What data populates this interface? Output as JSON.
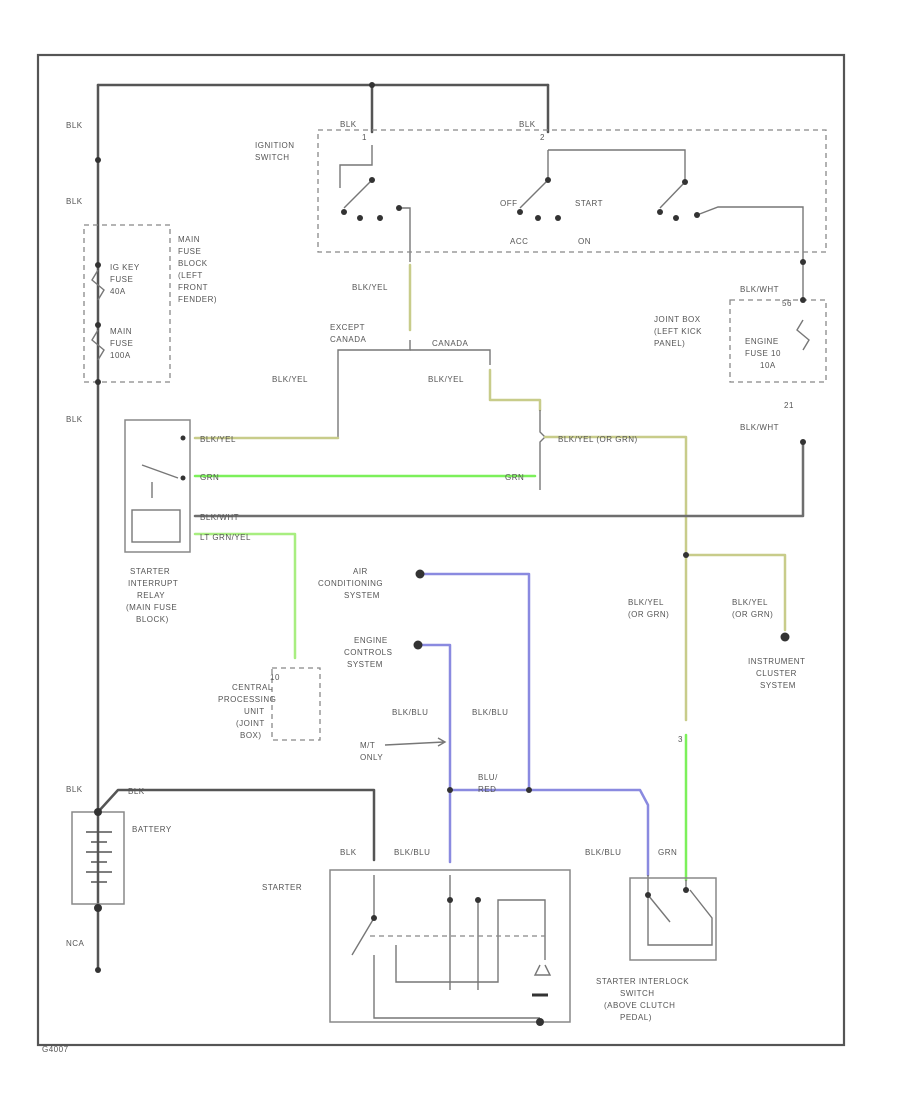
{
  "colors": {
    "blk": "#555555",
    "blk_wht": "#6e6e6e",
    "blk_yel": "#c8cc8a",
    "grn": "#7cf05a",
    "lt_grn": "#a8ee80",
    "blu": "#8a8ae0",
    "frame": "#555555"
  },
  "wires": {
    "blk_top_left": "BLK",
    "blk_fuse_top": "BLK",
    "blk_mid_left": "BLK",
    "blk_sw1": "BLK",
    "blk_sw2": "BLK",
    "blk_batt_left": "BLK",
    "blk_batt_top": "BLK",
    "blk_starter": "BLK",
    "nca": "NCA",
    "blk_yel_vert": "BLK/YEL",
    "blk_yel_except": "BLK/YEL",
    "blk_yel_canada": "BLK/YEL",
    "blk_yel_relay": "BLK/YEL",
    "blk_yel_or_grn_h": "BLK/YEL (OR GRN)",
    "blk_yel_or_grn_1a": "BLK/YEL",
    "blk_yel_or_grn_1b": "(OR GRN)",
    "blk_yel_or_grn_2a": "BLK/YEL",
    "blk_yel_or_grn_2b": "(OR GRN)",
    "grn_left": "GRN",
    "grn_right": "GRN",
    "grn_interlock": "GRN",
    "blk_wht_relay": "BLK/WHT",
    "blk_wht_top": "BLK/WHT",
    "blk_wht_bottom": "BLK/WHT",
    "lt_grn_yel": "LT GRN/YEL",
    "blk_blu_engine": "BLK/BLU",
    "blk_blu_ac": "BLK/BLU",
    "blk_blu_starter": "BLK/BLU",
    "blk_blu_interlock": "BLK/BLU",
    "blu_red_a": "BLU/",
    "blu_red_b": "RED",
    "pin_1": "1",
    "pin_2": "2",
    "pin_3": "3",
    "pin_10": "10",
    "pin_21": "21",
    "pin_56": "56"
  },
  "components": {
    "ignition_switch": [
      "IGNITION",
      "SWITCH"
    ],
    "switch_off": "OFF",
    "switch_start": "START",
    "switch_acc": "ACC",
    "switch_on": "ON",
    "main_fuse_block": [
      "MAIN",
      "FUSE",
      "BLOCK",
      "(LEFT",
      "FRONT",
      "FENDER)"
    ],
    "ig_key_fuse": [
      "IG KEY",
      "FUSE",
      "40A"
    ],
    "main_fuse": [
      "MAIN",
      "FUSE",
      "100A"
    ],
    "joint_box": [
      "JOINT BOX",
      "(LEFT KICK",
      "PANEL)"
    ],
    "engine_fuse": [
      "ENGINE",
      "FUSE 10",
      "10A"
    ],
    "except_canada": [
      "EXCEPT",
      "CANADA"
    ],
    "canada": "CANADA",
    "starter_relay": [
      "STARTER",
      "INTERRUPT",
      "RELAY",
      "(MAIN FUSE",
      "BLOCK)"
    ],
    "ac_system": [
      "AIR",
      "CONDITIONING",
      "SYSTEM"
    ],
    "engine_controls": [
      "ENGINE",
      "CONTROLS",
      "SYSTEM"
    ],
    "cpu": [
      "CENTRAL",
      "PROCESSING",
      "UNIT",
      "(JOINT",
      "BOX)"
    ],
    "instrument_cluster": [
      "INSTRUMENT",
      "CLUSTER",
      "SYSTEM"
    ],
    "mt_only": [
      "M/T",
      "ONLY"
    ],
    "battery": "BATTERY",
    "starter": "STARTER",
    "interlock_switch": [
      "STARTER INTERLOCK",
      "SWITCH",
      "(ABOVE CLUTCH",
      "PEDAL)"
    ],
    "figure_code": "G4007"
  }
}
